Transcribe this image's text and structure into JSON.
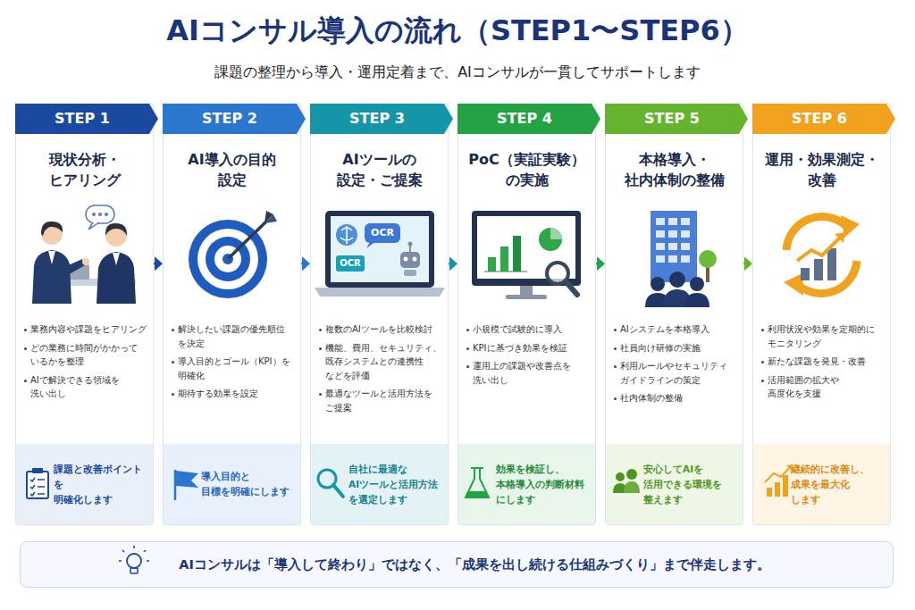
{
  "diagram": {
    "title": "AIコンサル導入の流れ（STEP1〜STEP6）",
    "nodes": [
      {
        "text": [
          "現状分析・ ヒアリング",
          "業務内容や課題をヒアリング",
          "どの業務に時間がかかって いるかを整理",
          "AIで解決できる領域を 洗い出し"
        ]
      },
      {
        "text": [
          "STEP 1"
        ],
        "in": 0
      },
      {
        "text": [
          "課題と改善ポイントを 明確化します"
        ],
        "in": 0
      },
      {
        "text": [
          "AI導入の目的 設定",
          "解決したい課題の優先順位 を決定",
          "導入目的とゴール（KPI）を 明確化",
          "期待する効果を設定"
        ]
      },
      {
        "text": [
          "STEP 2"
        ],
        "in": 3
      },
      {
        "text": [
          "導入目的と 目標を明確にします"
        ],
        "in": 3
      },
      {
        "text": [
          "AIツールの 設定・ご提案",
          "複数のAIツールを比較検討",
          "機能、費用、セキュリティ、 既存システムとの連携性 などを評価",
          "最適なツールと活用方法を ご提案"
        ]
      },
      {
        "text": [
          "STEP 3"
        ],
        "in": 6
      },
      {
        "text": [
          "自社に最適な AIツールと活用方法 を選定します"
        ],
        "in": 6
      },
      {
        "text": [
          "PoC（実証実験） の実施",
          "小規模で試験的に導入",
          "KPIに基づき効果を検証",
          "運用上の課題や改善点を 洗い出し"
        ]
      },
      {
        "text": [
          "STEP 4"
        ],
        "in": 9
      },
      {
        "text": [
          "効果を検証し、 本格導入の判断材料 にします"
        ],
        "in": 9
      },
      {
        "text": [
          "本格導入・ 社内体制の整備",
          "AIシステムを本格導入",
          "社員向け研修の実施",
          "利用ルールやセキュリティ ガイドラインの策定",
          "社内体制の整備"
        ]
      },
      {
        "text": [
          "STEP 5"
        ],
        "in": 12
      },
      {
        "text": [
          "安心してAIを 活用できる環境を 整えます"
        ],
        "in": 12
      },
      {
        "text": [
          "運用・効果測定・ 改善",
          "利用状況や効果を定期的に モニタリング",
          "新たな課題を発見・改善",
          "活用範囲の拡大や 高度化を支援"
        ]
      },
      {
        "text": [
          "STEP 6"
        ],
        "in": 15
      },
      {
        "text": [
          "継続的に改善し、 成果を最大化 します"
        ],
        "in": 15
      },
      {
        "text": [
          "AIコンサルは「導入して終わり」ではなく、「成果を出し続ける仕組みづくり」まで伴走します。"
        ]
      }
    ],
    "edges": [
      {
        "from": 0,
        "to": 3,
        "arrow": "to"
      },
      {
        "from": 3,
        "to": 6,
        "arrow": "to"
      },
      {
        "from": 6,
        "to": 9,
        "arrow": "to"
      },
      {
        "from": 9,
        "to": 12,
        "arrow": "to"
      },
      {
        "from": 12,
        "to": 15,
        "arrow": "to"
      }
    ],
    "labels": [
      "課題の整理から導入・運用定着まで、AIコンサルが一貫してサポートします",
      "OCR",
      "OCR"
    ]
  }
}
